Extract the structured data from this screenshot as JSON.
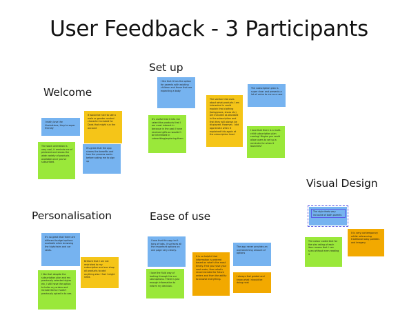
{
  "board": {
    "title": "User Feedback - 3 Participants",
    "background_color": "#ffffff",
    "colors": {
      "blue": "#76b3f0",
      "yellow": "#f5c518",
      "green": "#9ae83a",
      "orange": "#f2a900",
      "selection": "#5b5be8"
    }
  },
  "sections": [
    {
      "id": "welcome",
      "label": "Welcome"
    },
    {
      "id": "set-up",
      "label": "Set up"
    },
    {
      "id": "personalisation",
      "label": "Personalisation"
    },
    {
      "id": "ease-of-use",
      "label": "Ease of use"
    },
    {
      "id": "visual-design",
      "label": "Visual Design"
    }
  ],
  "notes": {
    "welcome": [
      {
        "color": "blue",
        "text": "I really love the illustrations, they're super friendly"
      },
      {
        "color": "yellow",
        "text": "It would be nice to see a male or gender neutral character included for Dads that might run the account"
      },
      {
        "color": "green",
        "text": "The stock animation is very cool, it reminds me of pinterest and shows the wide variety of products available once you've subscribed."
      },
      {
        "color": "blue",
        "text": "It's great that the app shares the benefits and how the process works before asking me to sign up"
      }
    ],
    "set_up": [
      {
        "color": "blue",
        "text": "I like that it has the option for parents with existing children and those that are expecting a baby"
      },
      {
        "color": "green",
        "text": "It's useful that it lets me select the products that I am most interest in because in the past I have received gifts so wouldn't be interested in subscribing/exploring them"
      },
      {
        "color": "yellow",
        "text": "The section that asks about what products I am interested in could explain that clothing (babygrows, shoes etc) are included as standard in the subscription and that they will always be displayed. However, I did appreciate when it explained this again at the subscription level."
      },
      {
        "color": "blue",
        "text": "The subscription plan is super clear and presents a lot of value to me as a user"
      },
      {
        "color": "green",
        "text": "I love that there is a multi-child subscription plan coming! Maybe you could allow users to set up a reminder for when it launches?"
      }
    ],
    "personalisation": [
      {
        "color": "blue",
        "text": "It's so great that there are different budget options available when browsing the highchairs and car seats."
      },
      {
        "color": "yellow",
        "text": "Brilliant that I am not restricted to my subscription and can shop all products to add anything else I feel I might need."
      },
      {
        "color": "green",
        "text": "I like that despite the subscription plan and my previously selected styles etc, I still have the option to tailor my orders and include items I hadn't previously opted in to see."
      }
    ],
    "ease_of_use": [
      {
        "color": "blue",
        "text": "I love that this app isn't tons of tabs, it surfaces all the important options on one page very clearly."
      },
      {
        "color": "green",
        "text": "I love the fluid way of looking through the car seat options. There is just enough information to inform my decision."
      },
      {
        "color": "orange",
        "text": "It is so helpful that information is ordered based on what's the most timely. First you have your next order, then what's recommended for future orders and then the ability to browse everything."
      },
      {
        "color": "blue",
        "text": "The app never provides an overwhelming amount of options"
      },
      {
        "color": "orange",
        "text": "I always feel guided and know what I should be doing next"
      }
    ],
    "visual_design": [
      {
        "color": "blue",
        "text": "The style feels very inclusive of both parents",
        "selected": true
      },
      {
        "color": "green",
        "text": "The colour coded text for the star rating of each item means that I can scan without even reading it"
      },
      {
        "color": "orange",
        "text": "It is very contemporary whilst referencing traditional baby palettes and imagery"
      }
    ]
  }
}
